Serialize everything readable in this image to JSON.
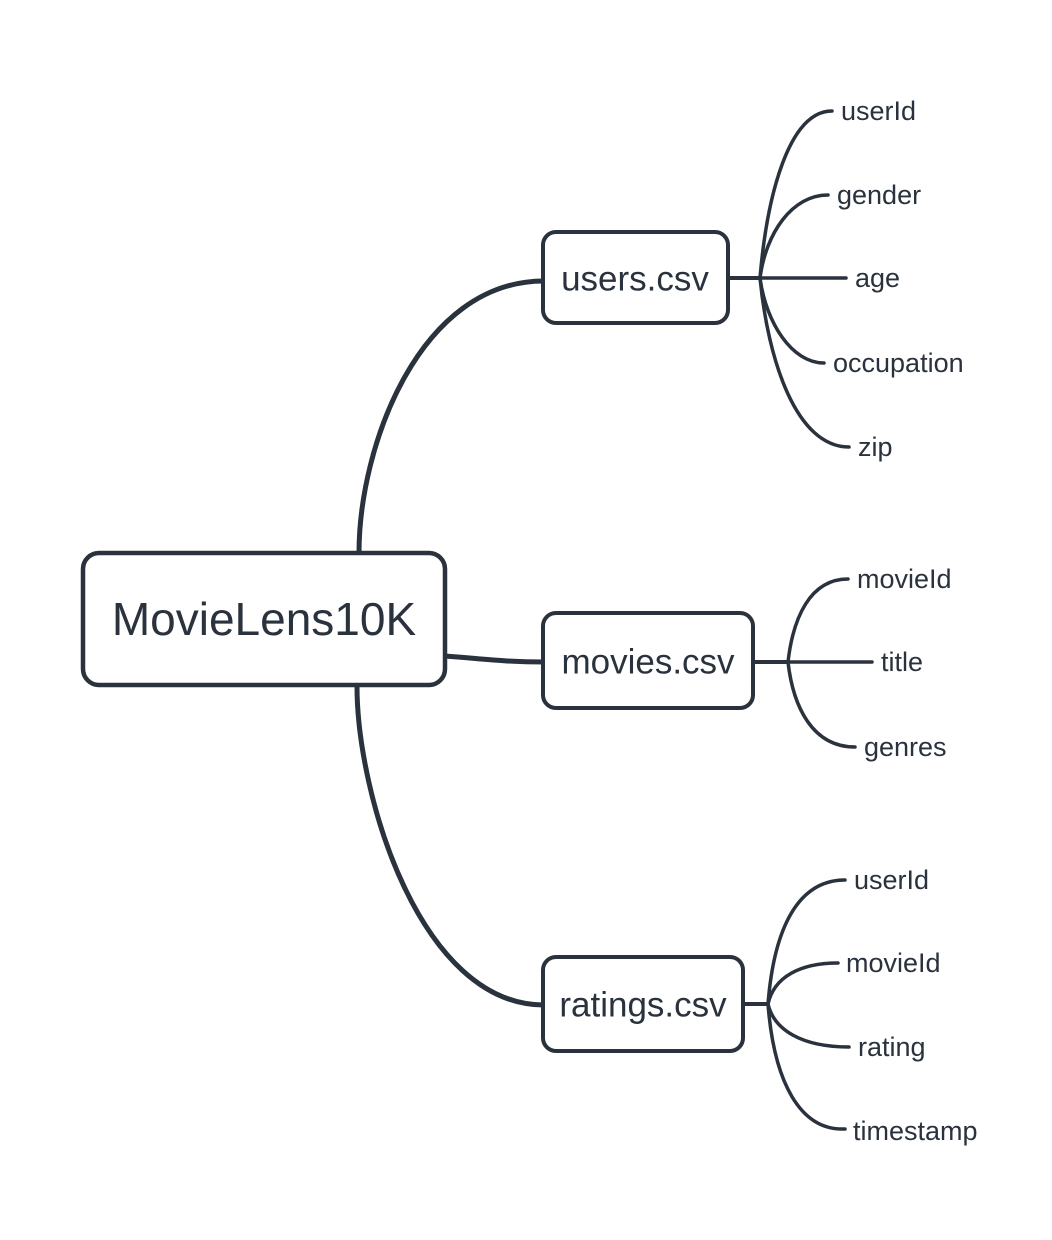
{
  "app": {
    "kind": "mindmap-diagram",
    "colors": {
      "ink": "#2a323d",
      "background": "#ffffff"
    }
  },
  "mindmap": {
    "root": {
      "label": "MovieLens10K"
    },
    "branches": [
      {
        "label": "users.csv",
        "children": [
          "userId",
          "gender",
          "age",
          "occupation",
          "zip"
        ]
      },
      {
        "label": "movies.csv",
        "children": [
          "movieId",
          "title",
          "genres"
        ]
      },
      {
        "label": "ratings.csv",
        "children": [
          "userId",
          "movieId",
          "rating",
          "timestamp"
        ]
      }
    ]
  }
}
